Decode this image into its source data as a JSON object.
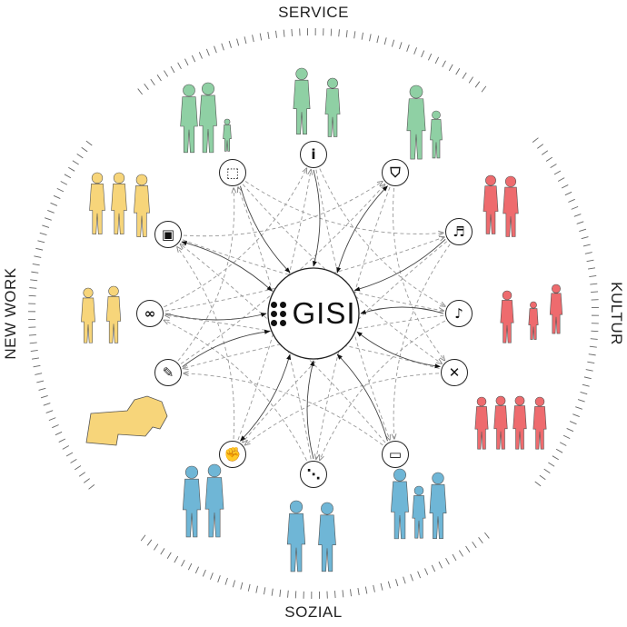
{
  "center": {
    "title": "GISI"
  },
  "categories": {
    "top": "SERVICE",
    "right": "KULTUR",
    "bottom": "SOZIAL",
    "left": "NEW WORK"
  },
  "colors": {
    "service": "#8fd0a4",
    "new_work": "#f7d57a",
    "kultur": "#ee6b6e",
    "sozial": "#6fb6d6",
    "line": "#555555"
  },
  "nodes": [
    {
      "icon": "info-icon",
      "glyph": "i",
      "group": "service"
    },
    {
      "icon": "shopping-bag-icon",
      "glyph": "⛉",
      "group": "service"
    },
    {
      "icon": "dancing-icon",
      "glyph": "♬",
      "group": "kultur"
    },
    {
      "icon": "music-notes-icon",
      "glyph": "♪",
      "group": "kultur"
    },
    {
      "icon": "cutlery-icon",
      "glyph": "✕",
      "group": "kultur"
    },
    {
      "icon": "book-icon",
      "glyph": "▭",
      "group": "sozial"
    },
    {
      "icon": "share-icon",
      "glyph": "⋱",
      "group": "sozial"
    },
    {
      "icon": "handshake-icon",
      "glyph": "✊",
      "group": "sozial"
    },
    {
      "icon": "pen-icon",
      "glyph": "✎",
      "group": "new_work"
    },
    {
      "icon": "speech-bubbles-icon",
      "glyph": "∞",
      "group": "new_work"
    },
    {
      "icon": "briefcase-icon",
      "glyph": "▣",
      "group": "new_work"
    },
    {
      "icon": "package-icon",
      "glyph": "⬚",
      "group": "service"
    }
  ]
}
